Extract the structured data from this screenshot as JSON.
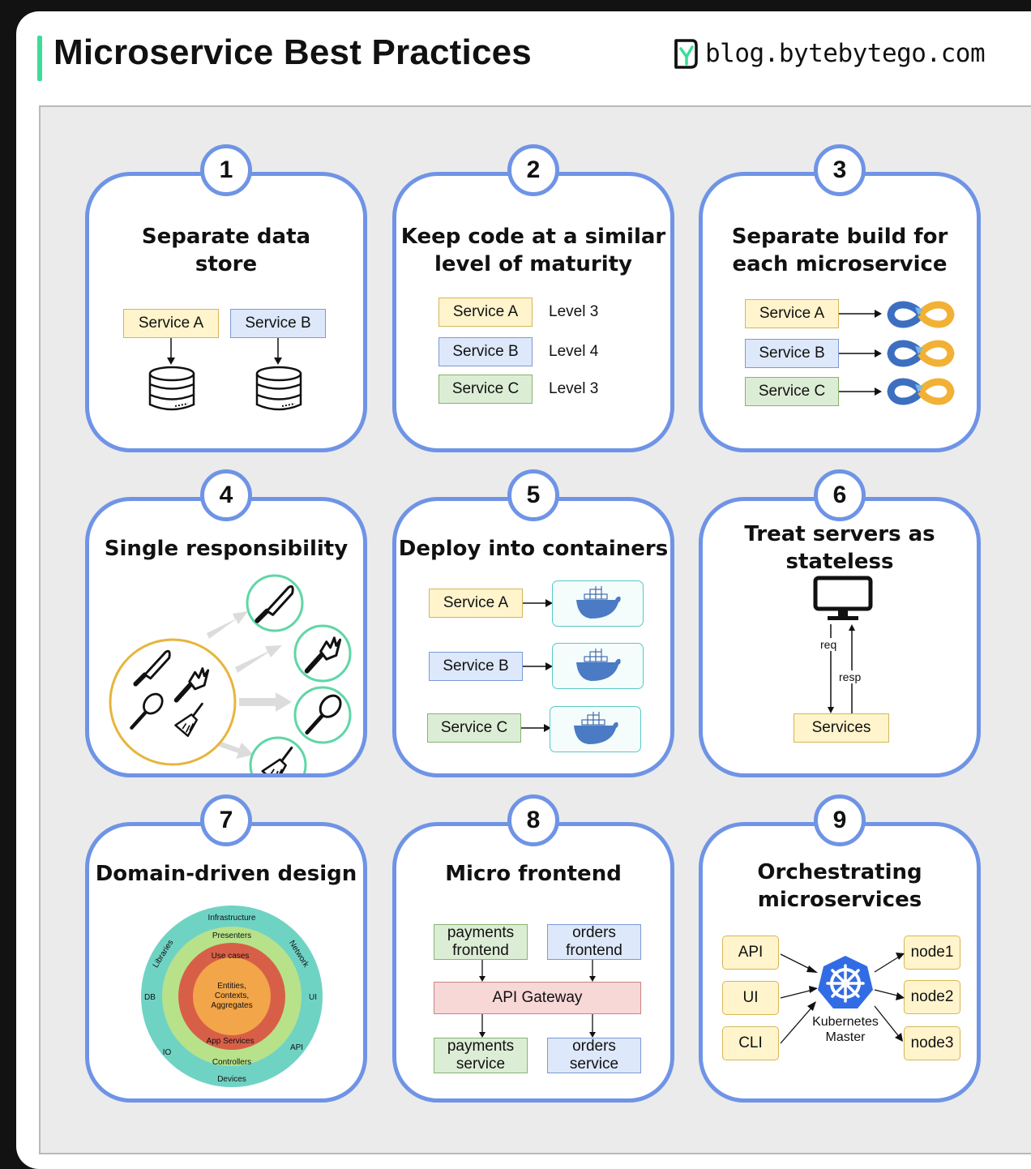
{
  "header": {
    "title": "Microservice Best Practices",
    "brand": "blog.bytebytego.com"
  },
  "colors": {
    "accent": "#3ddc97",
    "card_border": "#6f94e6",
    "yellow_box": "#fff4cc",
    "blue_box": "#dde8fa",
    "green_box": "#dcedd5",
    "red_box": "#f8d7d7"
  },
  "cards": [
    {
      "number": "1",
      "title": [
        "Separate data",
        "store"
      ],
      "boxes": [
        "Service A",
        "Service B"
      ],
      "icon": "database-icon"
    },
    {
      "number": "2",
      "title": [
        "Keep code at a similar",
        "level of maturity"
      ],
      "rows": [
        {
          "service": "Service A",
          "level": "Level 3"
        },
        {
          "service": "Service B",
          "level": "Level 4"
        },
        {
          "service": "Service C",
          "level": "Level 3"
        }
      ]
    },
    {
      "number": "3",
      "title": [
        "Separate build for",
        "each microservice"
      ],
      "boxes": [
        "Service A",
        "Service B",
        "Service C"
      ],
      "icon": "devops-infinity-icon"
    },
    {
      "number": "4",
      "title": [
        "Single responsibility"
      ],
      "icons": [
        "knife-icon",
        "fork-icon",
        "spoon-icon",
        "broom-icon"
      ]
    },
    {
      "number": "5",
      "title": [
        "Deploy into containers"
      ],
      "boxes": [
        "Service A",
        "Service B",
        "Service C"
      ],
      "icon": "docker-whale-icon"
    },
    {
      "number": "6",
      "title": [
        "Treat servers as",
        "stateless"
      ],
      "req": "req",
      "resp": "resp",
      "box": "Services",
      "icon": "monitor-icon"
    },
    {
      "number": "7",
      "title": [
        "Domain-driven design"
      ],
      "rings": {
        "outer": [
          "Infrastructure",
          "Libraries",
          "Network",
          "DB",
          "UI",
          "IO",
          "API",
          "Devices"
        ],
        "second": [
          "Presenters",
          "Controllers"
        ],
        "third": [
          "Use cases",
          "App Services"
        ],
        "core": [
          "Entities,",
          "Contexts,",
          "Aggregates"
        ]
      }
    },
    {
      "number": "8",
      "title": [
        "Micro frontend"
      ],
      "top": [
        [
          "payments",
          "frontend"
        ],
        [
          "orders",
          "frontend"
        ]
      ],
      "gateway": "API Gateway",
      "bottom": [
        [
          "payments",
          "service"
        ],
        [
          "orders",
          "service"
        ]
      ]
    },
    {
      "number": "9",
      "title": [
        "Orchestrating",
        "microservices"
      ],
      "clients": [
        "API",
        "UI",
        "CLI"
      ],
      "master": [
        "Kubernetes",
        "Master"
      ],
      "nodes": [
        "node1",
        "node2",
        "node3"
      ],
      "icon": "kubernetes-helm-icon"
    }
  ]
}
